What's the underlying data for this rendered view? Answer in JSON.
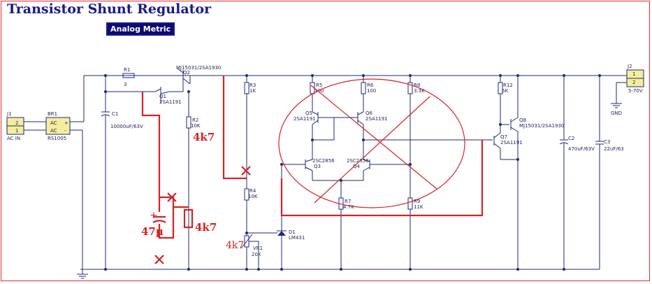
{
  "title": "Transistor Shunt Regulator",
  "style_badge": "Analog Metric",
  "components": {
    "J1": {
      "ref": "J1",
      "pin1": "1",
      "pin2": "2",
      "name": "AC IN"
    },
    "BR1": {
      "ref": "BR1",
      "ac1": "AC",
      "ac2": "AC",
      "plus": "+",
      "minus": "-",
      "value": "RS1005"
    },
    "R1": {
      "ref": "R1",
      "value": "3"
    },
    "Q2": {
      "ref": "Q2",
      "value": "MJ15031/2SA1930"
    },
    "Q1": {
      "ref": "Q1",
      "value": "2SA1191"
    },
    "C1": {
      "ref": "C1",
      "value": "10000uF/63V"
    },
    "R2": {
      "ref": "R2",
      "value": "10K"
    },
    "R3": {
      "ref": "R3",
      "value": "1K"
    },
    "R4": {
      "ref": "R4",
      "value": "10K"
    },
    "VR1": {
      "ref": "VR1",
      "value": "20K"
    },
    "D1": {
      "ref": "D1",
      "value": "LM431"
    },
    "R5": {
      "ref": "R5",
      "value": "100"
    },
    "R6": {
      "ref": "R6",
      "value": "100"
    },
    "R8": {
      "ref": "R8",
      "value": "3.3K"
    },
    "Q5": {
      "ref": "Q5",
      "value": "2SA1191"
    },
    "Q6": {
      "ref": "Q6",
      "value": "2SA1191"
    },
    "Q3": {
      "ref": "Q3",
      "value": "2SC2856"
    },
    "Q4": {
      "ref": "Q4",
      "value": "2SC2856"
    },
    "R7": {
      "ref": "R7",
      "value": "4.7K"
    },
    "R9": {
      "ref": "R9",
      "value": "11K"
    },
    "R12": {
      "ref": "R12",
      "value": "5K"
    },
    "Q8": {
      "ref": "Q8",
      "value": "MJ15031/2SA1930"
    },
    "Q7": {
      "ref": "Q7",
      "value": "2SA1191"
    },
    "C2": {
      "ref": "C2",
      "value": "470uF/63V"
    },
    "C3": {
      "ref": "C3",
      "value": "22uF/63"
    },
    "J2": {
      "ref": "J2",
      "pin1": "1",
      "pin2": "2",
      "name": "5-70V"
    },
    "GND": {
      "label": "GND"
    }
  },
  "annotations": {
    "r_4k7_top": "4k7",
    "r_4k7_mid": "4k7",
    "cap_47u": "47µ",
    "cap_plus": "+",
    "r_4k7_vr": "4k7"
  },
  "colors": {
    "wire": "#1f2a7a",
    "annotation": "#d42323",
    "title": "#1a1a8c",
    "connector_fill": "#f4ee9c"
  }
}
